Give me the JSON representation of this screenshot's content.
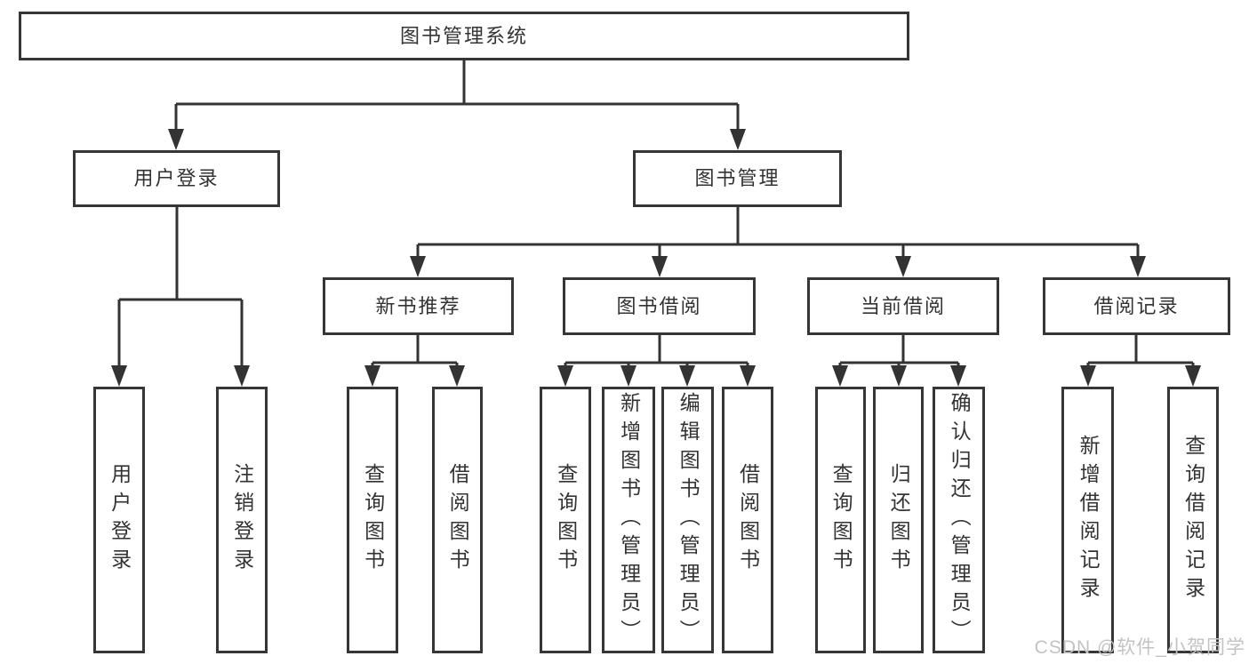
{
  "tree": {
    "label": "图书管理系统",
    "children": [
      {
        "label": "用户登录",
        "children": [
          {
            "label": "用户登录"
          },
          {
            "label": "注销登录"
          }
        ]
      },
      {
        "label": "图书管理",
        "children": [
          {
            "label": "新书推荐",
            "children": [
              {
                "label": "查询图书"
              },
              {
                "label": "借阅图书"
              }
            ]
          },
          {
            "label": "图书借阅",
            "children": [
              {
                "label": "查询图书"
              },
              {
                "label": "新增图书（管理员）"
              },
              {
                "label": "编辑图书（管理员）"
              },
              {
                "label": "借阅图书"
              }
            ]
          },
          {
            "label": "当前借阅",
            "children": [
              {
                "label": "查询图书"
              },
              {
                "label": "归还图书"
              },
              {
                "label": "确认归还（管理员）"
              }
            ]
          },
          {
            "label": "借阅记录",
            "children": [
              {
                "label": "新增借阅记录"
              },
              {
                "label": "查询借阅记录"
              }
            ]
          }
        ]
      }
    ]
  },
  "watermark": {
    "text": "CSDN @软件_小贺同学"
  },
  "colors": {
    "line": "#333333",
    "box_border": "#363636",
    "text": "#333333",
    "watermark": "#c3c3c3",
    "background": "#ffffff"
  }
}
